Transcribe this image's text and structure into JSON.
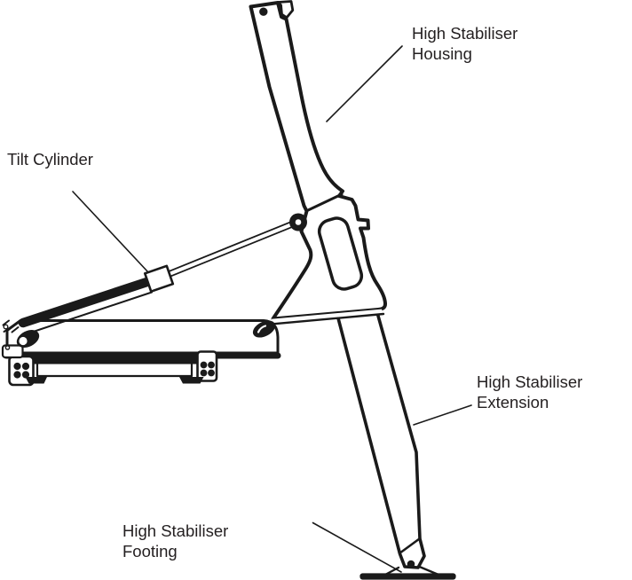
{
  "diagram": {
    "colors": {
      "background": "#ffffff",
      "line": "#1a1a1a",
      "text": "#231f20"
    },
    "labels": {
      "housing": {
        "line1": "High Stabiliser",
        "line2": "Housing"
      },
      "tilt_cylinder": {
        "line1": "Tilt Cylinder"
      },
      "extension": {
        "line1": "High Stabiliser",
        "line2": "Extension"
      },
      "footing": {
        "line1": "High Stabiliser",
        "line2": "Footing"
      }
    }
  }
}
